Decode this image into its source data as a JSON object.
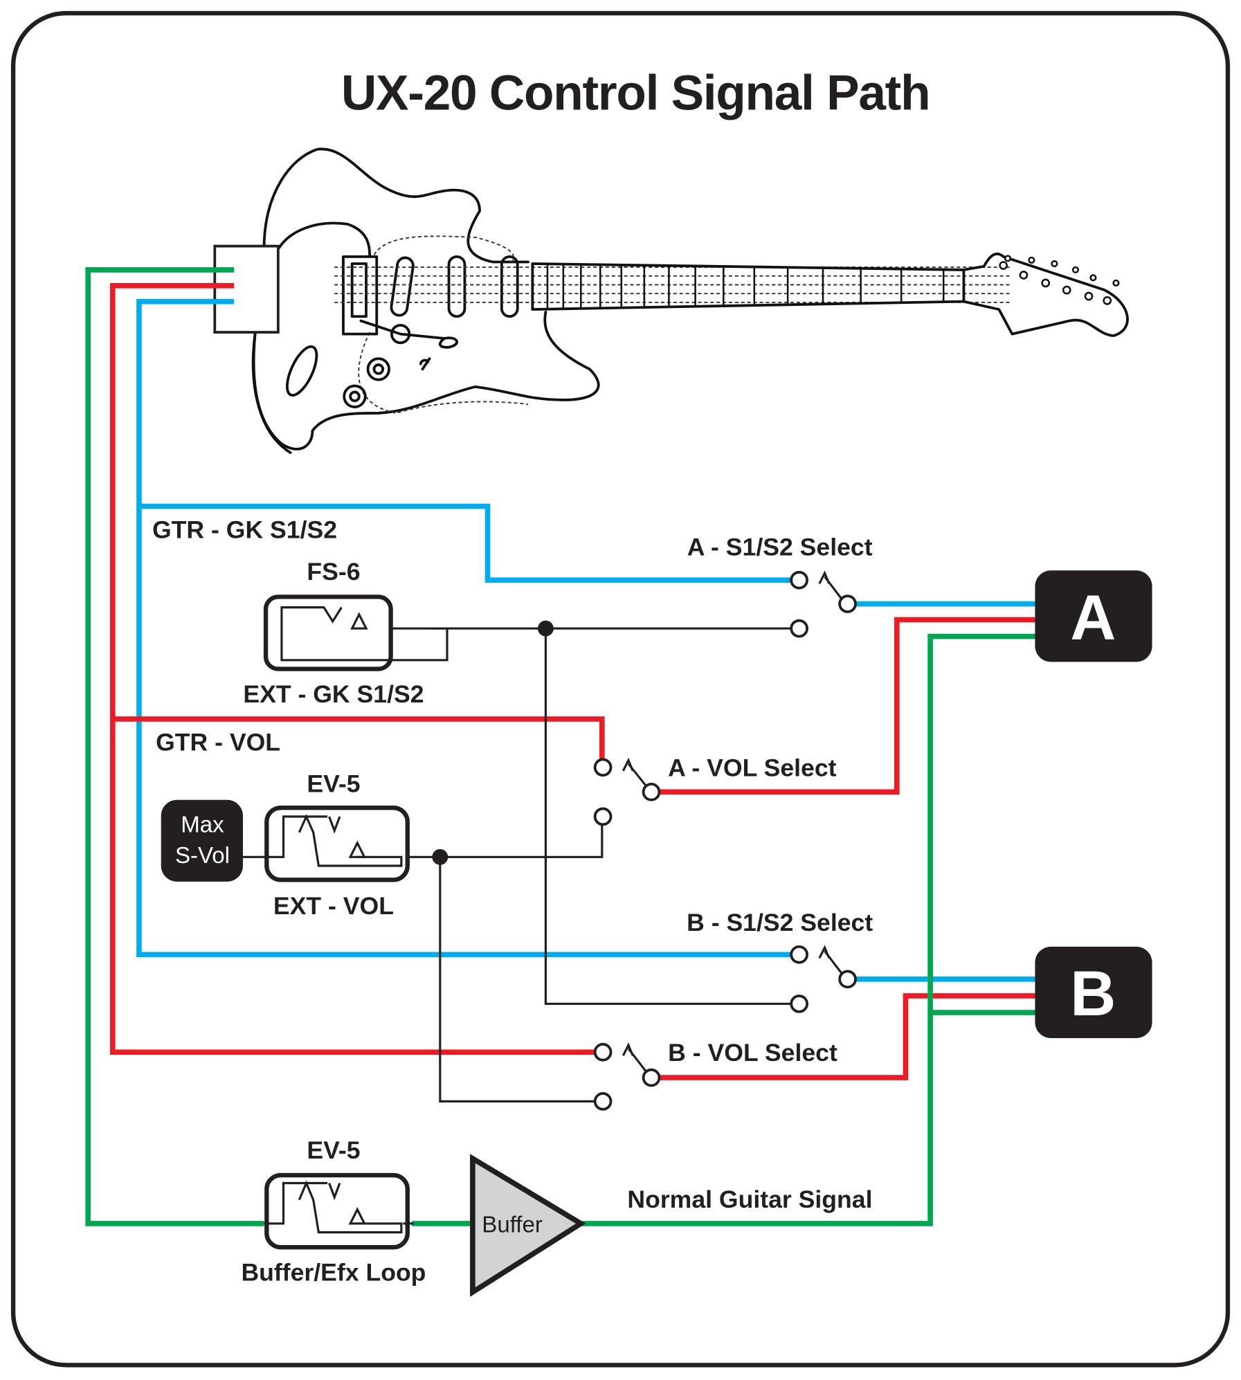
{
  "title": "UX-20 Control Signal Path",
  "colors": {
    "gk_s1s2": "#00aeef",
    "volume": "#ed1c24",
    "guitar_signal": "#00a651",
    "ink": "#231f20",
    "buffer_fill": "#d1d3d4"
  },
  "labels": {
    "gtr_gk": "GTR - GK S1/S2",
    "fs6": "FS-6",
    "ext_gk": "EXT - GK S1/S2",
    "gtr_vol": "GTR - VOL",
    "ev5_vol": "EV-5",
    "max_svol_line1": "Max",
    "max_svol_line2": "S-Vol",
    "ext_vol": "EXT - VOL",
    "a_s1s2": "A - S1/S2 Select",
    "a_vol": "A - VOL Select",
    "b_s1s2": "B - S1/S2 Select",
    "b_vol": "B - VOL Select",
    "ev5_loop": "EV-5",
    "buffer_efx": "Buffer/Efx Loop",
    "buffer": "Buffer",
    "normal_signal": "Normal Guitar Signal"
  },
  "outputs": {
    "a": "A",
    "b": "B"
  },
  "icons": {
    "guitar": "electric-guitar-icon",
    "expression_pedal": "expression-pedal-icon",
    "footswitch": "footswitch-icon",
    "switch": "spdt-switch-icon",
    "buffer": "buffer-amplifier-icon"
  }
}
